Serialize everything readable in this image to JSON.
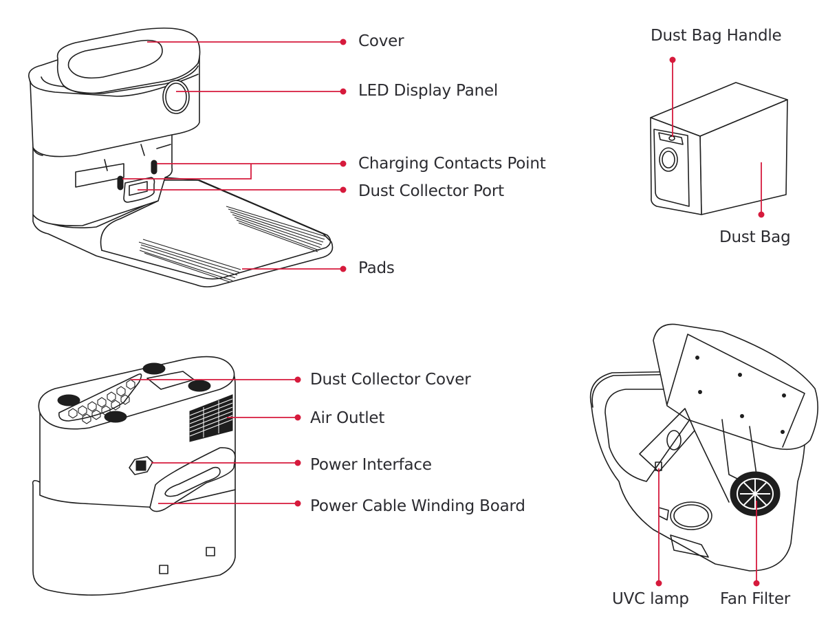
{
  "accent_color": "#d61a3c",
  "figures": {
    "front_view": {
      "labels": [
        {
          "id": "cover",
          "text": "Cover"
        },
        {
          "id": "led-display-panel",
          "text": "LED Display Panel"
        },
        {
          "id": "charging-contacts-point",
          "text": "Charging Contacts Point"
        },
        {
          "id": "dust-collector-port",
          "text": "Dust Collector Port"
        },
        {
          "id": "pads",
          "text": "Pads"
        }
      ]
    },
    "dust_bag": {
      "labels": [
        {
          "id": "dust-bag-handle",
          "text": "Dust Bag Handle"
        },
        {
          "id": "dust-bag",
          "text": "Dust Bag"
        }
      ]
    },
    "rear_view": {
      "labels": [
        {
          "id": "dust-collector-cover",
          "text": "Dust Collector Cover"
        },
        {
          "id": "air-outlet",
          "text": "Air Outlet"
        },
        {
          "id": "power-interface",
          "text": "Power Interface"
        },
        {
          "id": "power-cable-winding-board",
          "text": "Power Cable Winding Board"
        }
      ]
    },
    "open_view": {
      "labels": [
        {
          "id": "uvc-lamp",
          "text": "UVC lamp"
        },
        {
          "id": "fan-filter",
          "text": "Fan Filter"
        }
      ]
    }
  }
}
